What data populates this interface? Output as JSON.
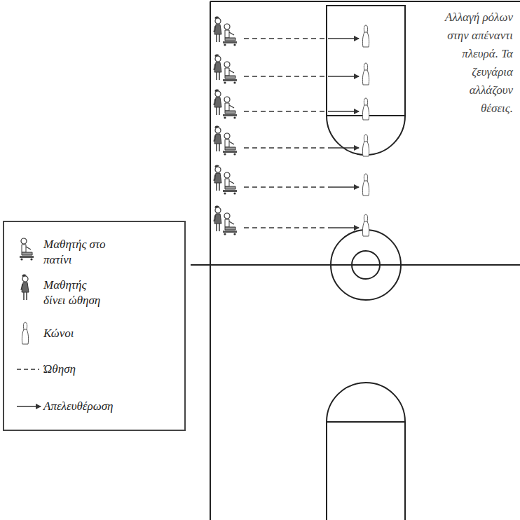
{
  "diagram": {
    "labels": [
      "Αλλαγή ρόλων στην απέναντι πλευρά. Τα ζευγάρια αλλάζουν θέσεις."
    ],
    "legend": [
      {
        "text": "Μαθητής στο πατίνι"
      },
      {
        "text": "Μαθητής δίνει ώθηση"
      },
      {
        "text": "Κώνοι"
      },
      {
        "text": "Ώθηση"
      },
      {
        "text": "Απελευθέρωση"
      }
    ]
  }
}
